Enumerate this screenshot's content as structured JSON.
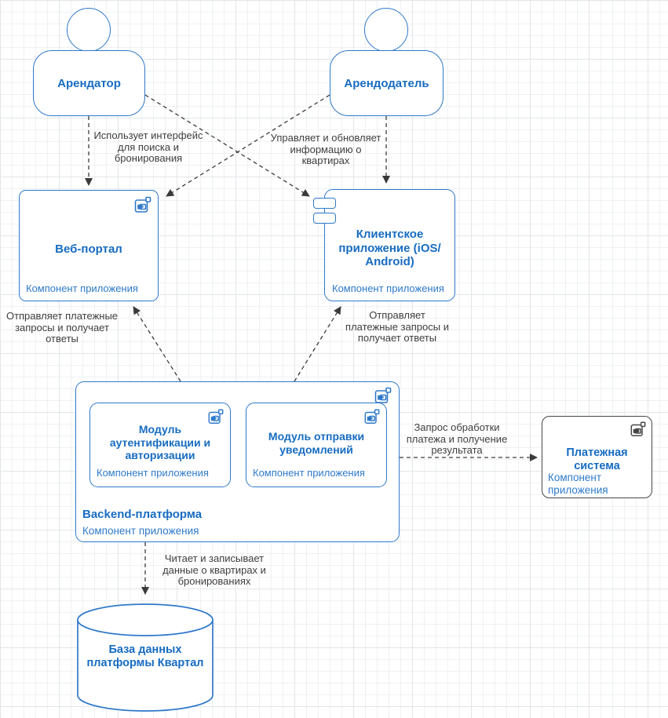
{
  "colors": {
    "node_stroke": "#3079c9",
    "node_title_text": "#176cc1",
    "node_subtitle_text": "#2e7ac9",
    "external_node_stroke": "#474747",
    "edge_line": "#3c3c3c",
    "edge_label_text": "#3e3e3e",
    "grid_line": "#e2e6e9",
    "background": "#ffffff"
  },
  "actors": [
    {
      "label": "Арендатор"
    },
    {
      "label": "Арендодатель"
    }
  ],
  "nodes": {
    "web_portal": {
      "title": "Веб-портал",
      "subtitle": "Компонент приложения"
    },
    "client_app": {
      "title": "Клиентское\nприложение (iOS/\nAndroid)",
      "subtitle": "Компонент приложения"
    },
    "backend": {
      "title": "Backend-платформа",
      "subtitle": "Компонент приложения"
    },
    "auth_module": {
      "title": "Модуль\nаутентификации и\nавторизации",
      "subtitle": "Компонент приложения"
    },
    "notify_module": {
      "title": "Модуль отправки\nуведомлений",
      "subtitle": "Компонент приложения"
    },
    "payment_system": {
      "title": "Платежная\nсистема",
      "subtitle": "Компонент приложения"
    },
    "database": {
      "title": "База данных\nплатформы Квартал"
    }
  },
  "edges": {
    "tenant_to_webportal": {
      "label": "Использует интерфейс\nдля поиска и\nбронирования"
    },
    "landlord_to_clientapp": {
      "label": "Управляет и обновляет\nинформацию о\nквартирах"
    },
    "webportal_to_backend": {
      "label": "Отправляет платежные\nзапросы и получает\nответы"
    },
    "clientapp_to_backend": {
      "label": "Отправляет\nплатежные запросы и\nполучает ответы"
    },
    "backend_to_payment": {
      "label": "Запрос обработки\nплатежа и получение\nрезультата"
    },
    "backend_to_database": {
      "label": "Читает и записывает\nданные о квартирах и\nбронированиях"
    }
  }
}
